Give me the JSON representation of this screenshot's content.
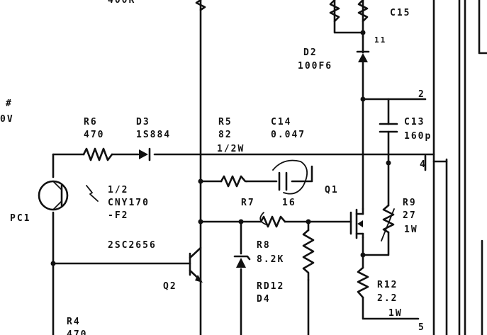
{
  "labels": {
    "top_partial": "400R",
    "left_partial_top": "#",
    "left_partial_bottom": "0V",
    "r6_name": "R6",
    "r6_value": "470",
    "d3_name": "D3",
    "d3_value": "1S884",
    "r5_name": "R5",
    "r5_value": "82",
    "r5_rating": "1/2W",
    "c14_name": "C14",
    "c14_value": "0.047",
    "c15_name": "C15",
    "d2_name": "D2",
    "d2_value": "100F6",
    "pin_11": "11",
    "pin_2": "2",
    "pin_4": "4",
    "pin_5": "5",
    "c13_name": "C13",
    "c13_value": "160p",
    "pc1_name": "PC1",
    "pc1_frac": "1/2",
    "pc1_part": "CNY170",
    "pc1_suffix": "-F2",
    "r7_name": "R7",
    "r7_value": "16",
    "q1_name": "Q1",
    "r9_name": "R9",
    "r9_value": "27",
    "r9_rating": "1W",
    "q2_part": "2SC2656",
    "q2_name": "Q2",
    "r8_name": "R8",
    "r8_value": "8.2K",
    "d4_part": "RD12",
    "d4_name": "D4",
    "r12_name": "R12",
    "r12_value": "2.2",
    "r12_rating": "1W",
    "r4_name": "R4",
    "r4_value_partial": "470"
  }
}
